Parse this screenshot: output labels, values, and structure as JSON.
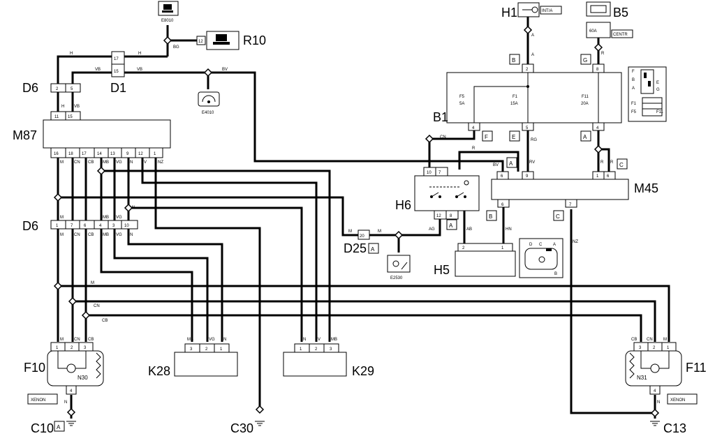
{
  "components": {
    "D6_top": "D6",
    "D1": "D1",
    "M87": "M87",
    "D6_mid": "D6",
    "R10": "R10",
    "H1": "H1",
    "B5": "B5",
    "B1": "B1",
    "M45": "M45",
    "H6": "H6",
    "D25": "D25",
    "H5": "H5",
    "F10": "F10",
    "F11": "F11",
    "N30": "N30",
    "N31": "N31",
    "K28": "K28",
    "K29": "K29",
    "C10": "C10",
    "C30": "C30",
    "C13": "C13"
  },
  "ref_codes": {
    "E8010": "E8010",
    "E4010": "E4010",
    "E2530": "E2530"
  },
  "tags": {
    "int_a": "INT/A",
    "centr": "CENTR",
    "xenon": "XENON",
    "fuse_60a": "60A"
  },
  "fuses": {
    "f5": "F5",
    "f5_rating": "5A",
    "f1": "F1",
    "f1_rating": "15A",
    "f11": "F11",
    "f11_rating": "20A"
  },
  "connector_letters": {
    "b1_top_b": "B",
    "b1_top_g": "G",
    "b1_f": "F",
    "b1_e": "E",
    "b1_a": "A",
    "m45_a": "A",
    "m45_c": "C",
    "h6_a": "A",
    "h5_b": "B",
    "m45_c2": "C",
    "d25_a": "A",
    "c10_a": "A"
  },
  "wire_colors": {
    "H": "H",
    "BG": "BG",
    "VB": "VB",
    "BV": "BV",
    "A": "A",
    "R": "R",
    "CN": "CN",
    "RG": "RG",
    "RV": "RV",
    "M": "M",
    "MB": "MB",
    "VG": "VG",
    "N": "N",
    "CB": "CB",
    "V": "V",
    "NZ": "NZ",
    "AG": "AG",
    "AB": "AB",
    "HN": "HN"
  },
  "pins": {
    "d1_17": "17",
    "d1_15": "15",
    "r10_12": "12",
    "d6t_2": "2",
    "d6t_5": "5",
    "m87_11": "11",
    "m87_15": "15",
    "m87_b16": "16",
    "m87_b18": "18",
    "m87_b17": "17",
    "m87_b14": "14",
    "m87_b13": "13",
    "m87_b9": "9",
    "m87_b12": "12",
    "m87_b1": "1",
    "d6m_1": "1",
    "d6m_7": "7",
    "d6m_6": "6",
    "d6m_4": "4",
    "d6m_3": "3",
    "d6m_10": "10",
    "b1_2": "2",
    "b1_8": "8",
    "b1_4": "4",
    "b1_5": "5",
    "b1_4b": "4",
    "m45_6": "6",
    "m45_9": "9",
    "m45_1": "1",
    "m45_6b": "6",
    "m45_6c": "6",
    "m45_7": "7",
    "h6_10": "10",
    "h6_7": "7",
    "h6_12": "12",
    "h6_8": "8",
    "d25_20": "20",
    "h5_2": "2",
    "h5_1": "1",
    "f10_1": "1",
    "f10_2": "2",
    "f10_3": "3",
    "f10_4": "4",
    "f11_3": "3",
    "f11_2": "2",
    "f11_1": "1",
    "f11_4": "4",
    "k28_3": "3",
    "k28_2": "2",
    "k28_1": "1",
    "k29_1": "1",
    "k29_2": "2",
    "k29_3": "3"
  },
  "connector_pinout": {
    "h5_d": "D",
    "h5_c": "C",
    "h5_a": "A",
    "h5_b": "B",
    "b1_f": "F",
    "b1_b": "B",
    "b1_a": "A",
    "b1_e": "E",
    "b1_g": "G",
    "b1_f1": "F1",
    "b1_f5": "F5",
    "b1_f11": "F11"
  }
}
